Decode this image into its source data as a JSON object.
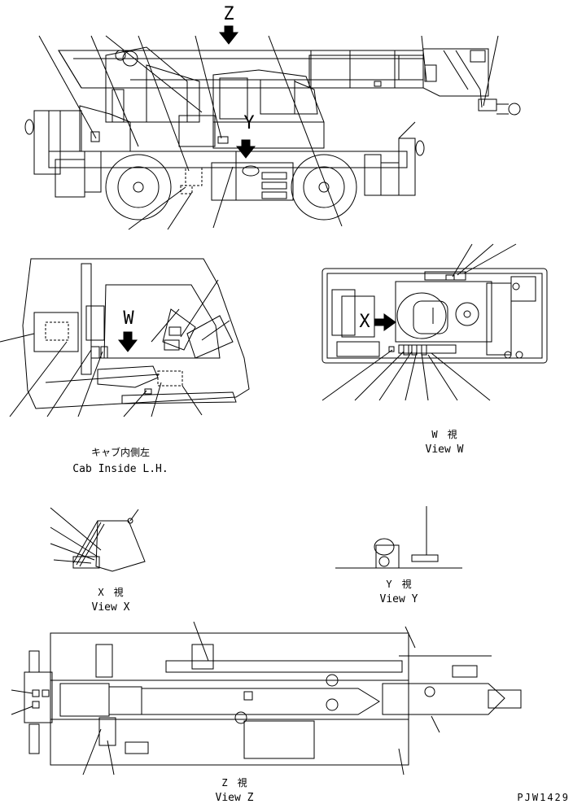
{
  "markers": {
    "z": "Z",
    "y": "Y",
    "w": "W",
    "x": "X"
  },
  "captions": {
    "cab_inside_jp": "キャブ内側左",
    "cab_inside_en": "Cab Inside L.H.",
    "view_w_jp": "W　視",
    "view_w_en": "View W",
    "view_x_jp": "X　視",
    "view_x_en": "View X",
    "view_y_jp": "Y　視",
    "view_y_en": "View Y",
    "view_z_jp": "Z　視",
    "view_z_en": "View Z"
  },
  "drawing_code": "PJW1429",
  "colors": {
    "line": "#000000",
    "background": "#ffffff"
  }
}
